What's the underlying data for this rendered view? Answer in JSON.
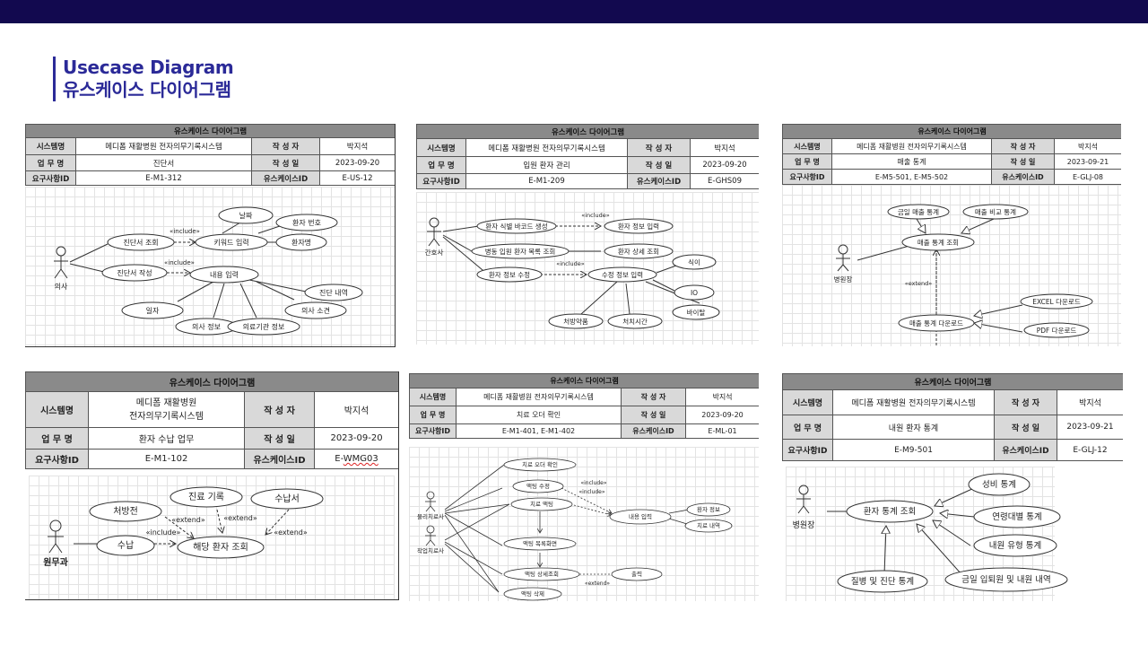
{
  "page": {
    "title_en": "Usecase Diagram",
    "title_ko": "유스케이스 다이어그램",
    "colors": {
      "topbar": "#12094f",
      "accent": "#2b2a98"
    }
  },
  "labels": {
    "table_title": "유스케이스 다이어그램",
    "system": "시스템명",
    "task": "업 무 명",
    "author": "작 성 자",
    "date": "작 성 일",
    "req_id": "요구사항ID",
    "uc_id": "유스케이스ID",
    "include": "«include»",
    "extend": "«extend»"
  },
  "diagrams": [
    {
      "system": "메디폼 재활병원 전자의무기록시스템",
      "author": "박지석",
      "task": "진단서",
      "date": "2023-09-20",
      "req_id": "E-M1-312",
      "uc_id": "E-US-12",
      "actors": [
        "의사"
      ],
      "usecases": [
        "진단서 조회",
        "키워드 입력",
        "날짜",
        "환자 번호",
        "환자명",
        "진단서 작성",
        "내용 입력",
        "진단 내역",
        "일자",
        "의사 정보",
        "의료기관 정보",
        "의사 소견"
      ]
    },
    {
      "system": "메디폼 재활병원 전자의무기록시스템",
      "author": "박지석",
      "task": "입원 환자 관리",
      "date": "2023-09-20",
      "req_id": "E-M1-209",
      "uc_id": "E-GHS09",
      "actors": [
        "간호사"
      ],
      "usecases": [
        "환자 식별 바코드 생성",
        "환자 정보 입력",
        "병동 입원 환자 목록 조회",
        "환자 상세 조회",
        "환자 정보 수정",
        "수정 정보 입력",
        "식이",
        "IO",
        "처방약품",
        "처치시간",
        "바이탈"
      ]
    },
    {
      "system": "메디폼 재활병원 전자의무기록시스템",
      "author": "박지석",
      "task": "매출 통계",
      "date": "2023-09-21",
      "req_id": "E-M5-501, E-M5-502",
      "uc_id": "E-GLJ-08",
      "actors": [
        "병원장"
      ],
      "usecases": [
        "금일 매출 통계",
        "매출 비교 통계",
        "매출 통계 조회",
        "매출 통계 다운로드",
        "EXCEL 다운로드",
        "PDF 다운로드"
      ]
    },
    {
      "system_line1": "메디폼 재활병원",
      "system_line2": "전자의무기록시스템",
      "author": "박지석",
      "task": "환자 수납 업무",
      "date": "2023-09-20",
      "req_id": "E-M1-102",
      "uc_id_prefix": "E-",
      "uc_id_rest": "WMG03",
      "actors": [
        "원무과"
      ],
      "usecases": [
        "처방전",
        "진료 기록",
        "수납서",
        "수납",
        "해당 환자 조회"
      ]
    },
    {
      "system": "메디폼 재활병원 전자의무기록시스템",
      "author": "박지석",
      "task": "치료 오더 확인",
      "date": "2023-09-20",
      "req_id": "E-M1-401, E-M1-402",
      "uc_id": "E-ML-01",
      "actors": [
        "물리치료사",
        "작업치료사"
      ],
      "usecases": [
        "치료 오더 확인",
        "액팅 수정",
        "치료 액팅",
        "내용 입력",
        "환자 정보",
        "치료 내역",
        "액팅 목록화면",
        "액팅 상세조회",
        "출력",
        "액팅 삭제"
      ]
    },
    {
      "system": "메디폼 재활병원 전자의무기록시스템",
      "author": "박지석",
      "task": "내원 환자 통계",
      "date": "2023-09-21",
      "req_id": "E-M9-501",
      "uc_id": "E-GLJ-12",
      "actors": [
        "병원장"
      ],
      "usecases": [
        "성비 통계",
        "환자 통계 조회",
        "연령대별 통계",
        "내원 유형 통계",
        "질병 및 진단 통계",
        "금일 입퇴원 및 내원 내역"
      ]
    }
  ]
}
